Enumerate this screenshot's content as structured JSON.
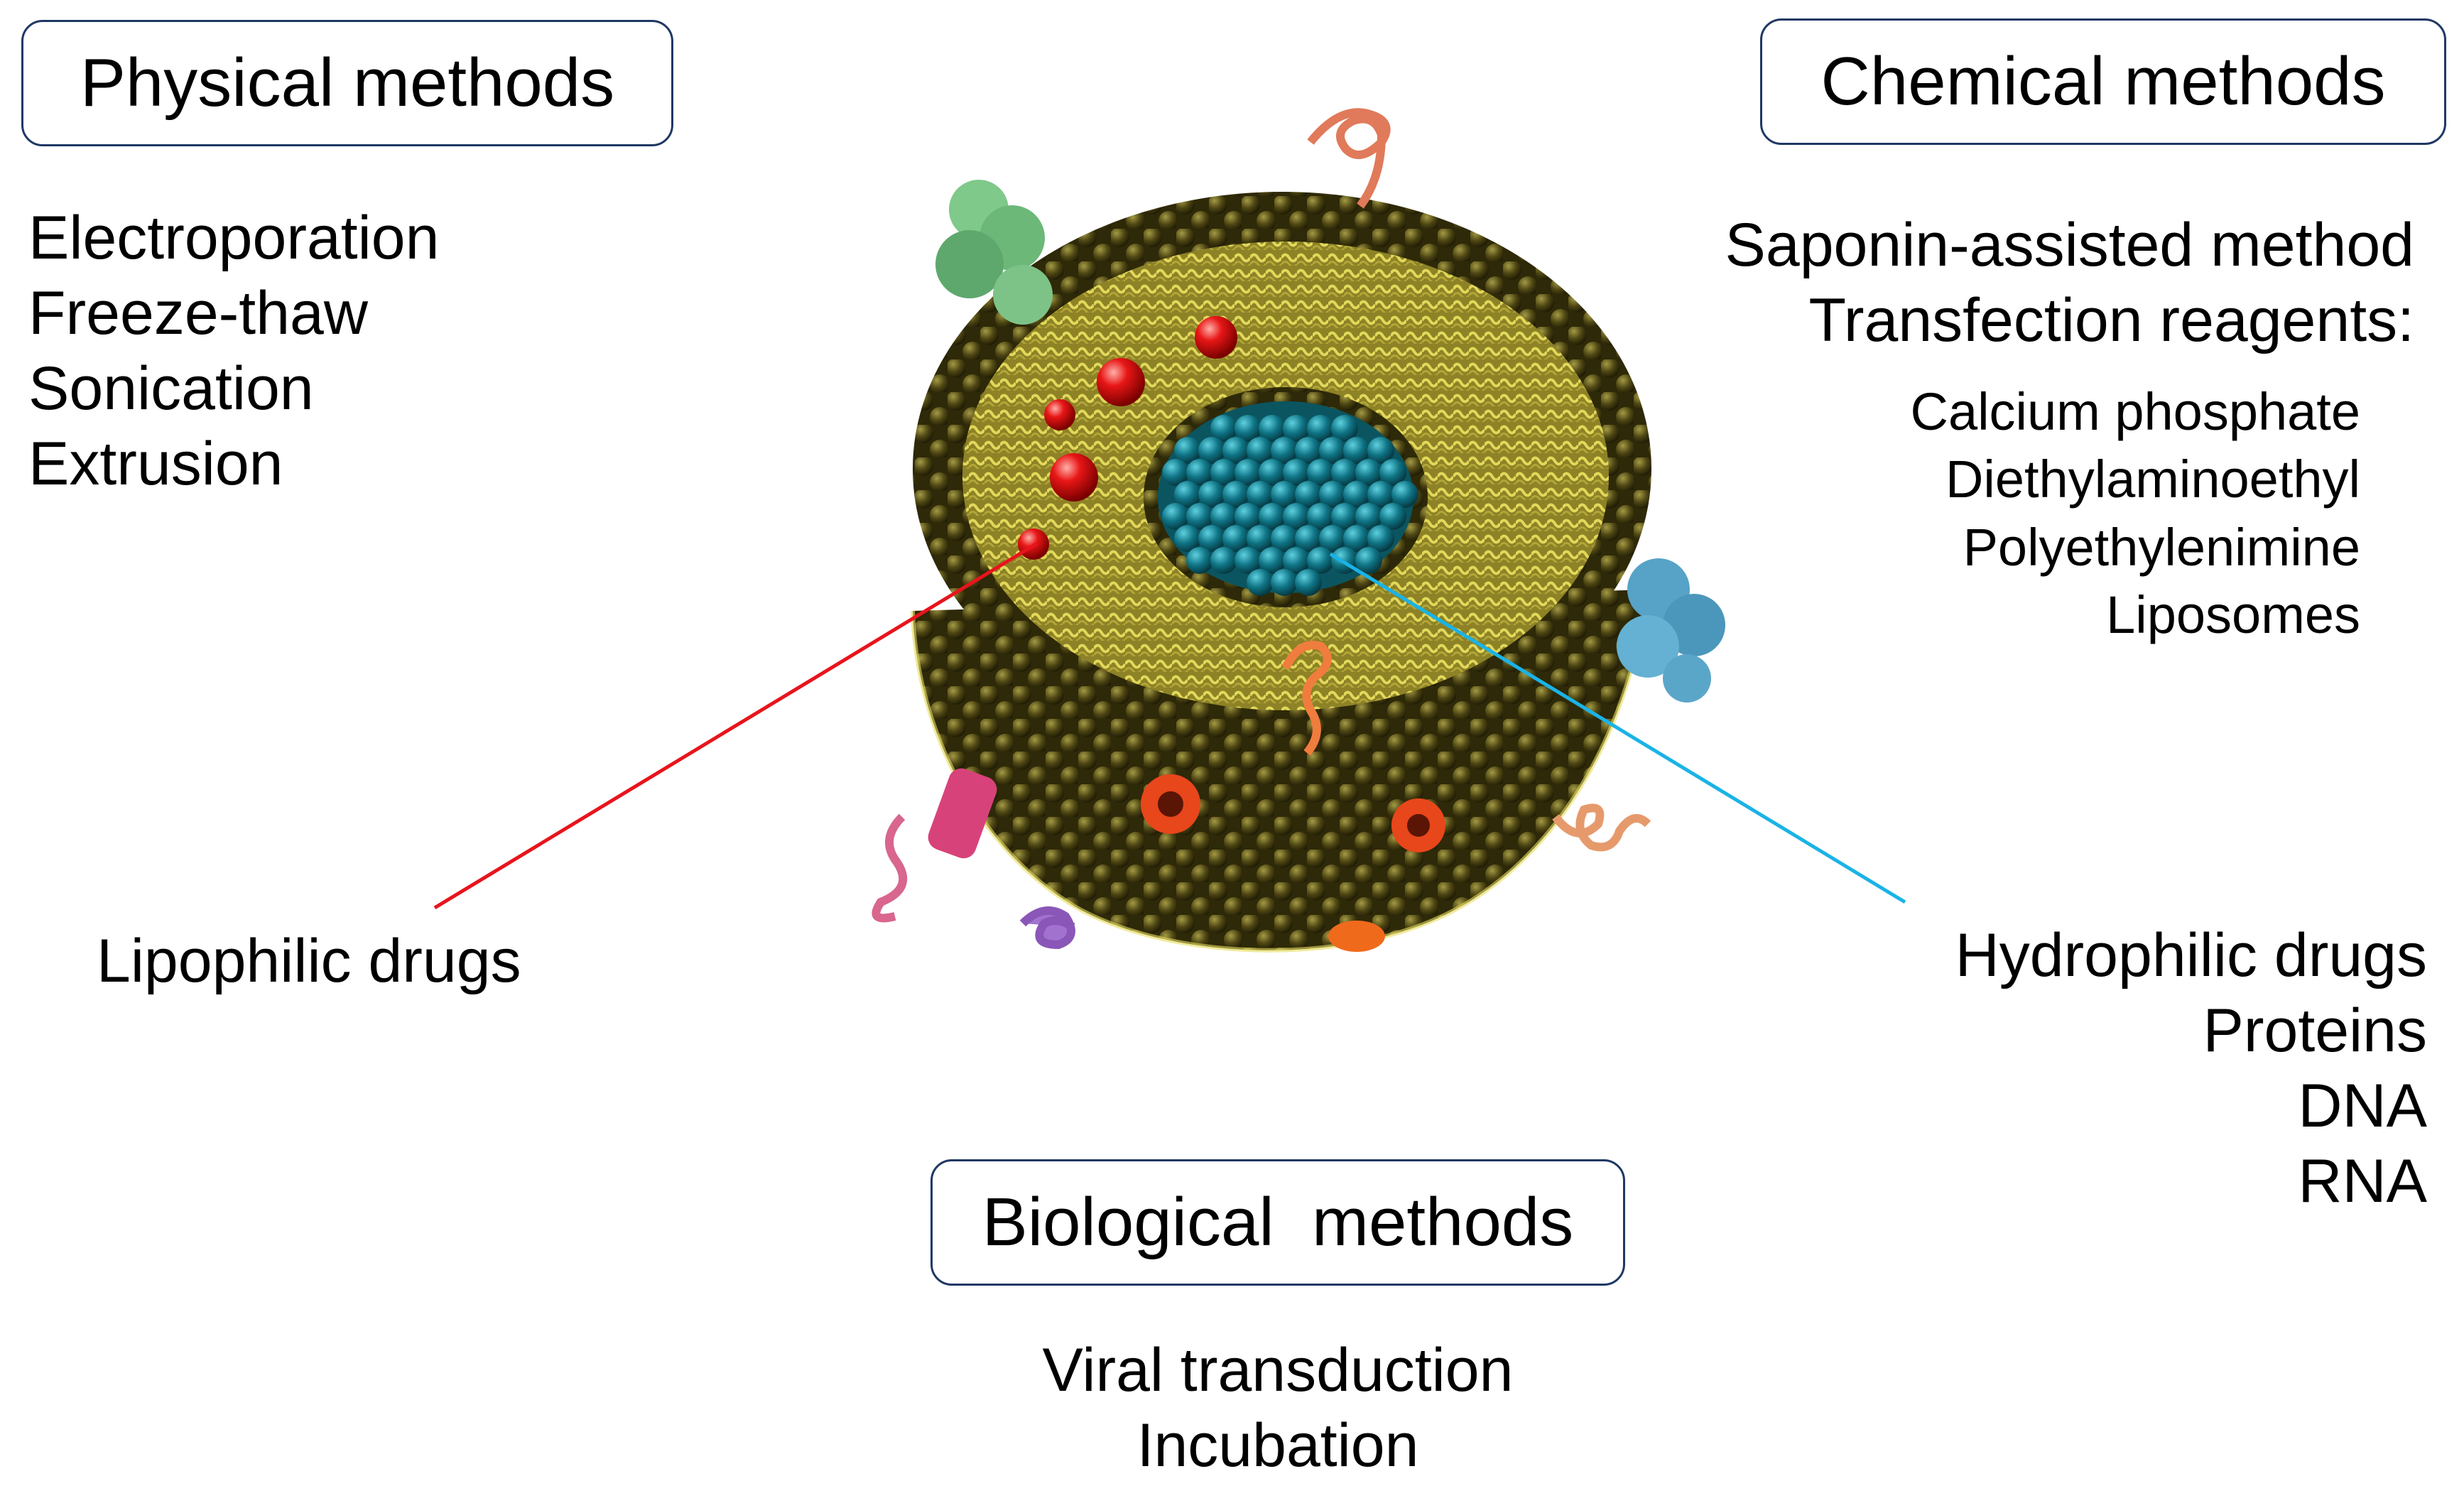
{
  "physical": {
    "title": "Physical methods",
    "items": [
      "Electroporation",
      "Freeze-thaw",
      "Sonication",
      "Extrusion"
    ]
  },
  "chemical": {
    "title": "Chemical methods",
    "items": [
      "Saponin-assisted method",
      "Transfection reagents:"
    ],
    "reagents": [
      "Calcium phosphate",
      "Diethylaminoethyl",
      "Polyethylenimine",
      "Liposomes"
    ]
  },
  "biological": {
    "title": "Biological  methods",
    "items": [
      "Viral transduction",
      "Incubation"
    ]
  },
  "lipophilic": {
    "label": "Lipophilic drugs",
    "line_color": "#e8141c"
  },
  "hydrophilic": {
    "items": [
      "Hydrophilic drugs",
      "Proteins",
      "DNA",
      "RNA"
    ],
    "line_color": "#1ab3e6"
  },
  "colors": {
    "box_border": "#1f3864",
    "membrane_heads": "#4a4212",
    "lipid_tails": "#c9bd3e",
    "core": "#0e6f7e",
    "drug_spheres": "#e01010"
  }
}
